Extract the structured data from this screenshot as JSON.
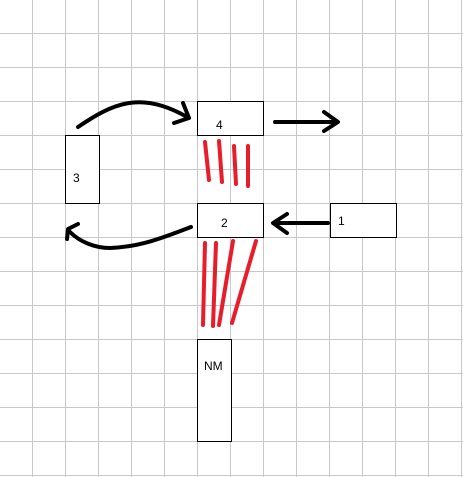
{
  "diagram": {
    "boxes": {
      "box_1": "1",
      "box_2": "2",
      "box_3": "3",
      "box_4": "4",
      "box_nm": "NM"
    },
    "colors": {
      "grid": "#c8c8c8",
      "box_border": "#000000",
      "arrow": "#000000",
      "red_lines": "#e81c2a"
    }
  }
}
